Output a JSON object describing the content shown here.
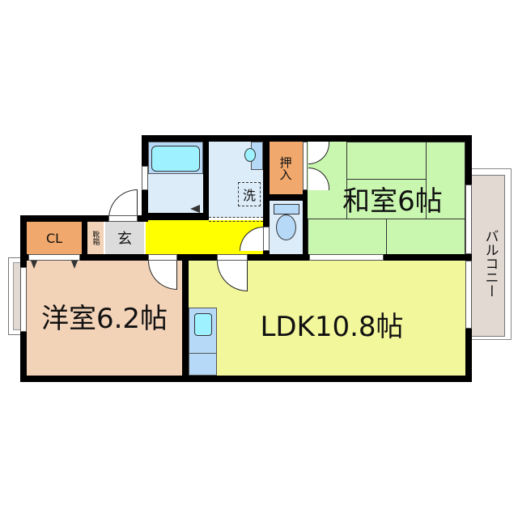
{
  "floorplan": {
    "rooms": {
      "western": {
        "label": "洋室6.2帖",
        "color": "#f3d3b8"
      },
      "ldk": {
        "label": "LDK10.8帖",
        "color": "#f3f79c"
      },
      "japanese": {
        "label": "和室6帖",
        "color": "#c9f7b0"
      },
      "closet": {
        "label": "CL",
        "color": "#f0a86c"
      },
      "oshiire": {
        "label": "押入",
        "color": "#f0a86c"
      },
      "shoe_box": {
        "label": "靴箱",
        "color": "#f3d3b8"
      },
      "entrance": {
        "label": "玄",
        "color": "#dcdcdc"
      },
      "hallway": {
        "color": "#ffff00"
      },
      "washroom": {
        "label": "洗",
        "color": "#dcecf9"
      },
      "bath": {
        "color": "#dcecf9"
      },
      "toilet": {
        "color": "#dcecf9"
      },
      "kitchen": {
        "color": "#b5d9f7"
      },
      "balcony": {
        "label": "バルコニー",
        "color": "#e2d9d2"
      }
    },
    "wall_color": "#000000"
  }
}
